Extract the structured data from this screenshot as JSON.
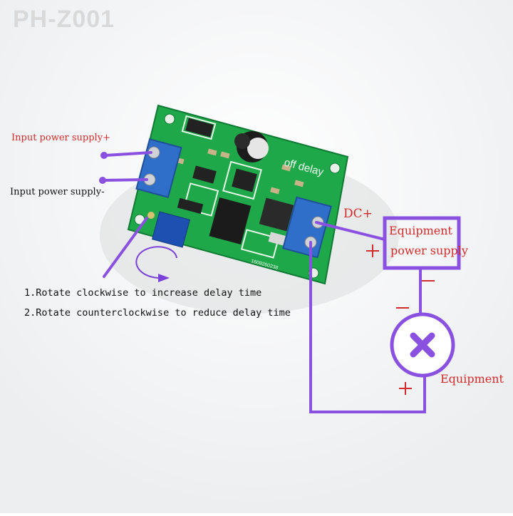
{
  "watermark": "PH-Z001",
  "board": {
    "silkscreen": "off delay",
    "serial": "1609260238"
  },
  "labels": {
    "input_plus": "Input power supply+",
    "input_minus": "Input power supply-",
    "dc_plus": "DC+",
    "psu_line1": "Equipment",
    "psu_line2": "power supply",
    "equipment": "Equipment"
  },
  "notes": [
    "1.Rotate clockwise to increase delay time",
    "2.Rotate counterclockwise to reduce delay time"
  ],
  "colors": {
    "annotation": "#8a50e0",
    "label_red": "#d12b2b",
    "pcb_green": "#1fa84a",
    "terminal_blue": "#2f6fc9"
  }
}
